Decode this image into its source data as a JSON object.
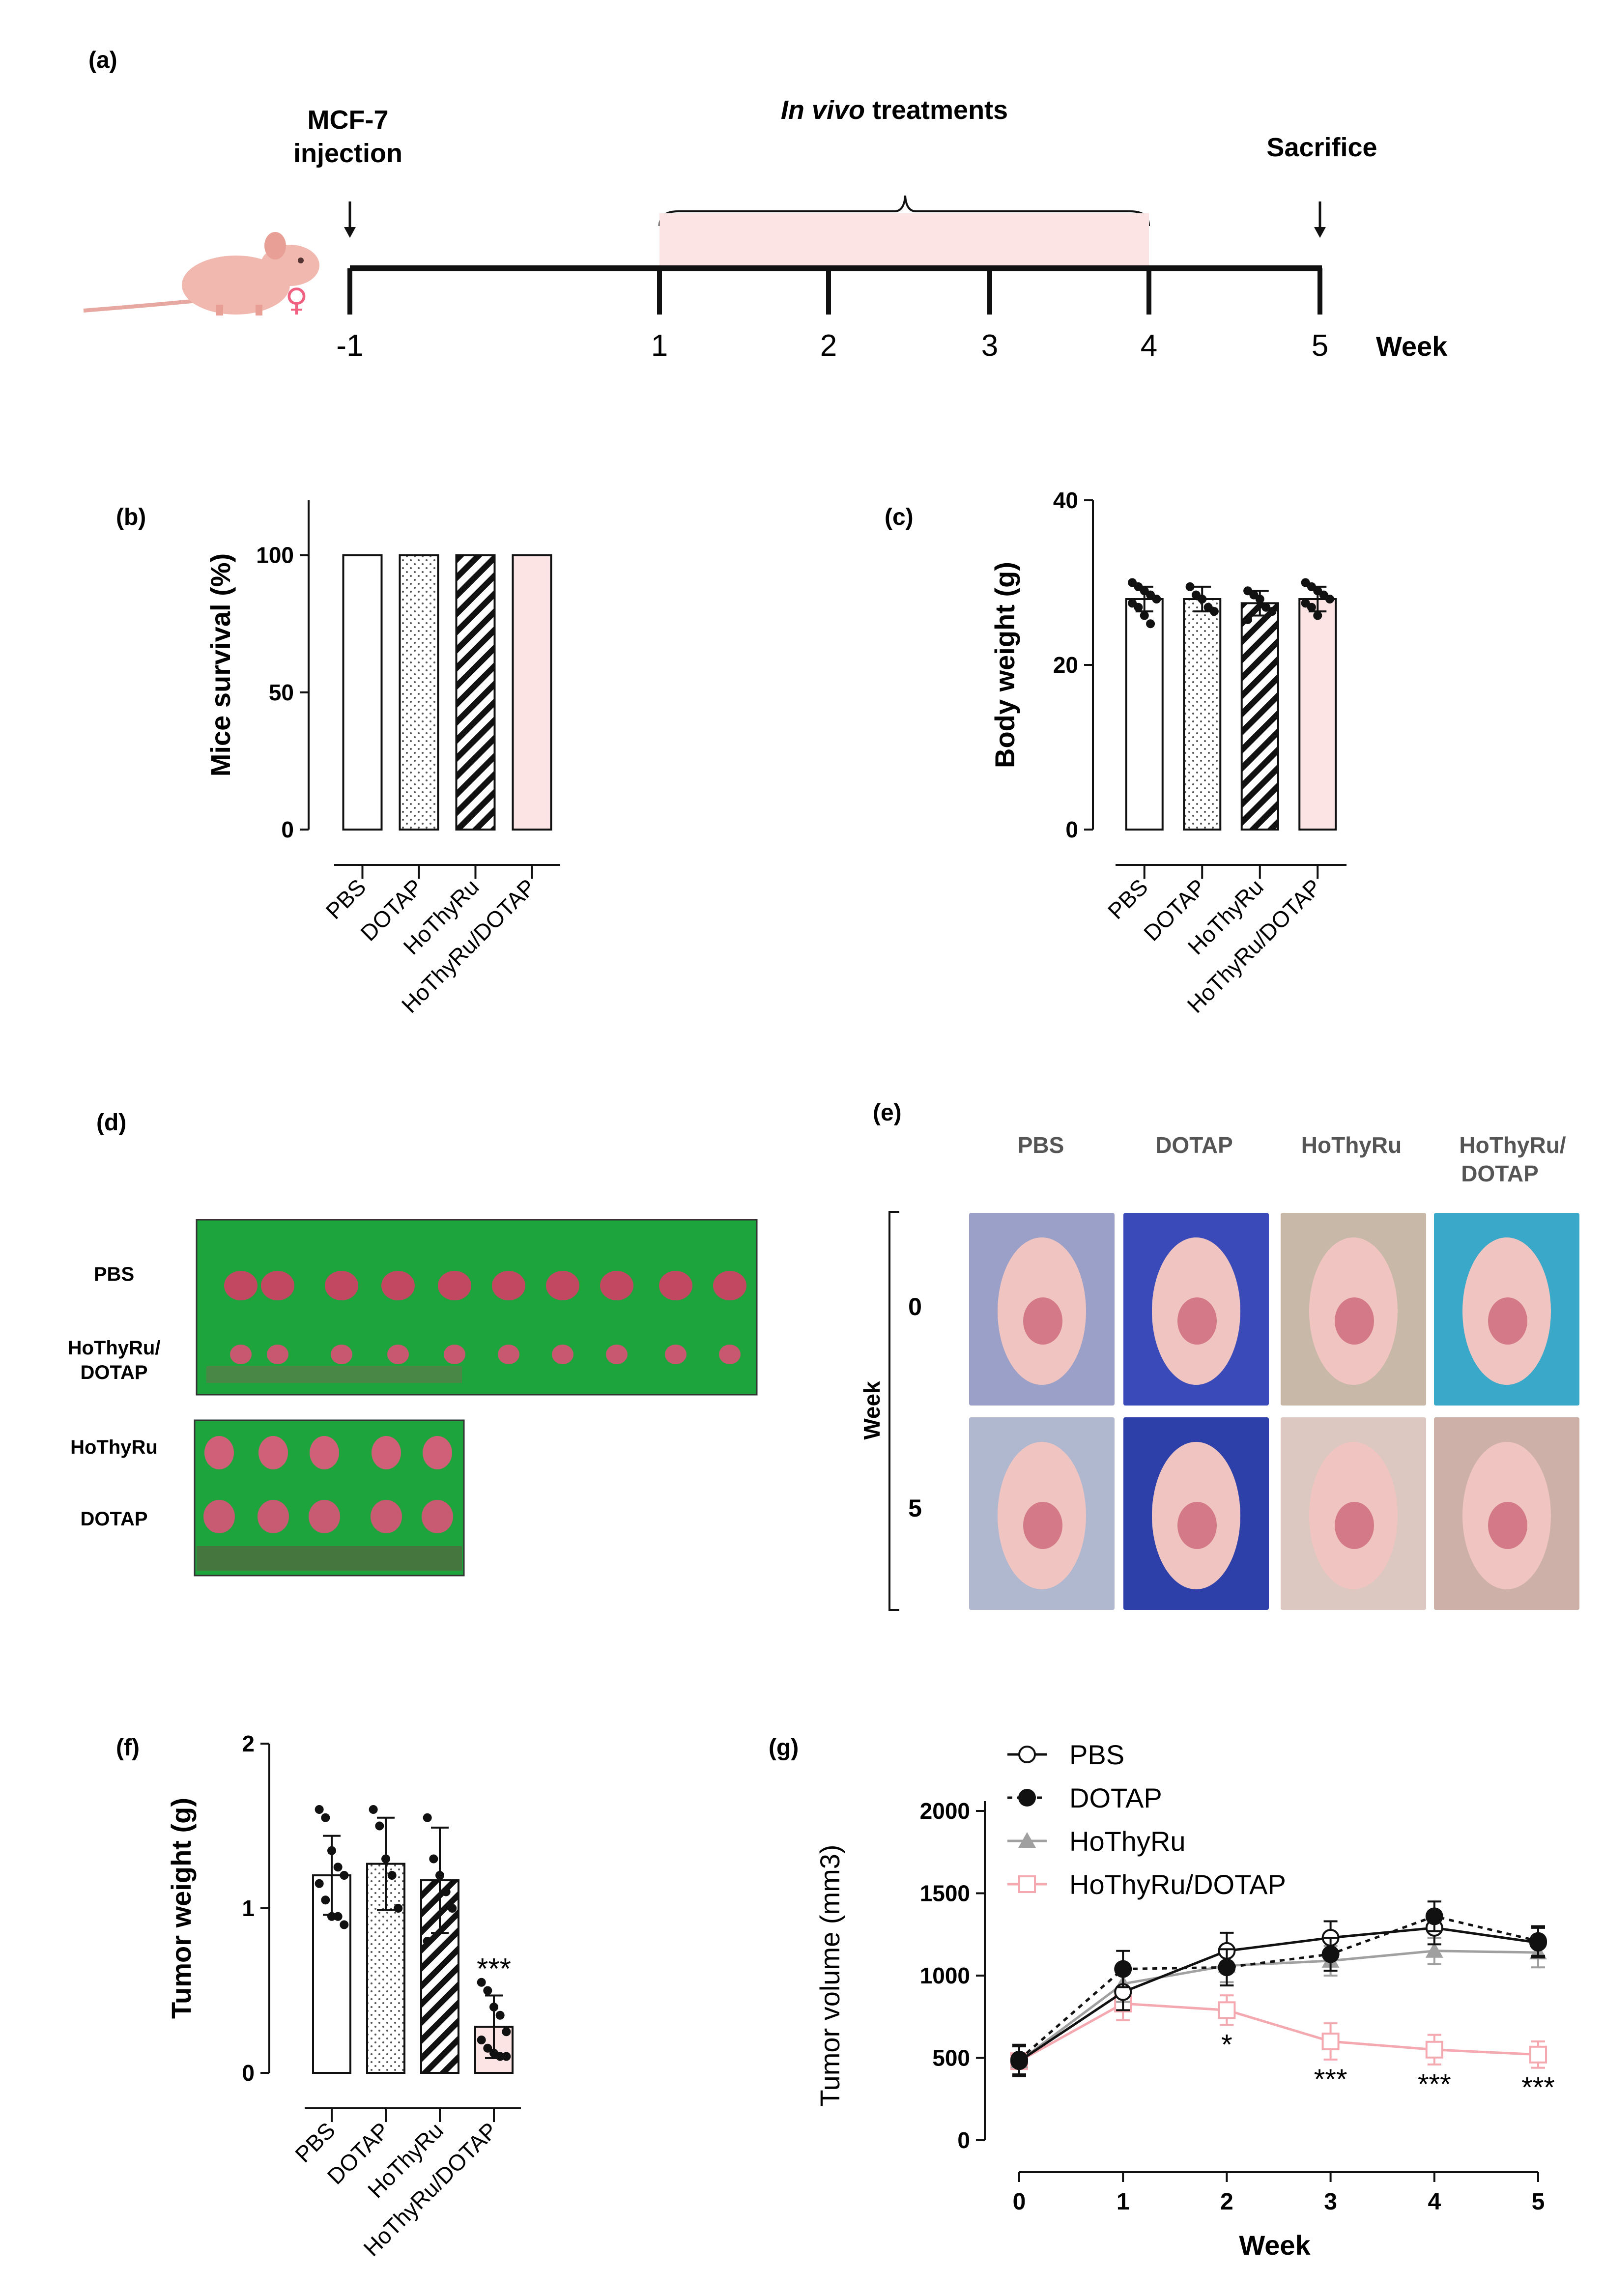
{
  "panels": {
    "a": "(a)",
    "b": "(b)",
    "c": "(c)",
    "d": "(d)",
    "e": "(e)",
    "f": "(f)",
    "g": "(g)"
  },
  "timeline": {
    "injection": [
      "MCF-7",
      "injection"
    ],
    "treatments_italic": "In vivo",
    "treatments_rest": " treatments",
    "sacrifice": "Sacrifice",
    "ticks": [
      "-1",
      "1",
      "2",
      "3",
      "4",
      "5"
    ],
    "unit": "Week"
  },
  "photos_d": {
    "row_labels": [
      "PBS",
      "HoThyRu/",
      "DOTAP",
      "HoThyRu",
      "DOTAP"
    ]
  },
  "photos_e": {
    "col_labels": [
      "PBS",
      "DOTAP",
      "HoThyRu",
      "HoThyRu/",
      "DOTAP"
    ],
    "axis_label": "Week",
    "rows": [
      "0",
      "5"
    ]
  },
  "colors": {
    "pink_fill": "#fce4e4",
    "pink_line": "#f4a8b0",
    "gray_line": "#a0a0a0",
    "black": "#111111",
    "green_board": "#1ea43c"
  },
  "chart_data": [
    {
      "id": "b",
      "type": "bar",
      "ylabel": "Mice survival (%)",
      "ylim": [
        0,
        120
      ],
      "yticks": [
        "0",
        "50",
        "100"
      ],
      "categories": [
        "PBS",
        "DOTAP",
        "HoThyRu",
        "HoThyRu/DOTAP"
      ],
      "values": [
        100,
        100,
        100,
        100
      ]
    },
    {
      "id": "c",
      "type": "bar",
      "ylabel": "Body weight (g)",
      "ylim": [
        0,
        40
      ],
      "yticks": [
        "0",
        "20",
        "40"
      ],
      "categories": [
        "PBS",
        "DOTAP",
        "HoThyRu",
        "HoThyRu/DOTAP"
      ],
      "values": [
        28,
        28,
        27.5,
        28
      ],
      "errors": [
        1.5,
        1.5,
        1.5,
        1.5
      ],
      "points": [
        [
          30,
          29.5,
          29,
          28.5,
          28,
          27.5,
          27,
          26,
          25
        ],
        [
          29.5,
          28.5,
          28,
          27,
          26.5
        ],
        [
          29,
          28.5,
          28,
          27,
          26.5,
          25.5
        ],
        [
          30,
          29.5,
          29,
          28.5,
          28,
          27.5,
          27,
          26
        ]
      ]
    },
    {
      "id": "f",
      "type": "bar",
      "ylabel": "Tumor weight (g)",
      "ylim": [
        0,
        2
      ],
      "yticks": [
        "0",
        "1",
        "2"
      ],
      "categories": [
        "PBS",
        "DOTAP",
        "HoThyRu",
        "HoThyRu/DOTAP"
      ],
      "values": [
        1.2,
        1.27,
        1.17,
        0.28
      ],
      "errors": [
        0.24,
        0.28,
        0.32,
        0.19
      ],
      "points": [
        [
          1.6,
          1.55,
          1.35,
          1.25,
          1.2,
          1.15,
          1.05,
          0.95,
          0.95,
          0.9
        ],
        [
          1.6,
          1.5,
          1.3,
          1.2,
          1.0
        ],
        [
          1.55,
          1.3,
          1.2,
          1.1,
          1.0,
          0.8
        ],
        [
          0.55,
          0.5,
          0.4,
          0.35,
          0.25,
          0.2,
          0.15,
          0.12,
          0.1,
          0.1
        ]
      ],
      "annotations": [
        {
          "category": "HoThyRu/DOTAP",
          "text": "***"
        }
      ]
    },
    {
      "id": "g",
      "type": "line",
      "xlabel": "Week",
      "ylabel": "Tumor volume (mm3)",
      "ylim": [
        0,
        2000
      ],
      "yticks": [
        "0",
        "500",
        "1000",
        "1500",
        "2000"
      ],
      "xlim": [
        0,
        5
      ],
      "x": [
        0,
        1,
        2,
        3,
        4,
        5
      ],
      "legend": "top-left",
      "series": [
        {
          "name": "PBS",
          "values": [
            480,
            900,
            1150,
            1230,
            1290,
            1200
          ],
          "errors": [
            90,
            110,
            110,
            100,
            100,
            90
          ]
        },
        {
          "name": "DOTAP",
          "values": [
            490,
            1040,
            1050,
            1130,
            1360,
            1210
          ],
          "errors": [
            90,
            110,
            110,
            100,
            90,
            90
          ]
        },
        {
          "name": "HoThyRu",
          "values": [
            480,
            950,
            1060,
            1090,
            1150,
            1140
          ],
          "errors": [
            90,
            110,
            100,
            90,
            80,
            90
          ]
        },
        {
          "name": "HoThyRu/DOTAP",
          "values": [
            480,
            830,
            790,
            600,
            550,
            520
          ],
          "errors": [
            90,
            100,
            90,
            110,
            90,
            80
          ]
        }
      ],
      "annotations": [
        {
          "x": 2,
          "text": "*"
        },
        {
          "x": 3,
          "text": "***"
        },
        {
          "x": 4,
          "text": "***"
        },
        {
          "x": 5,
          "text": "***"
        }
      ]
    }
  ]
}
